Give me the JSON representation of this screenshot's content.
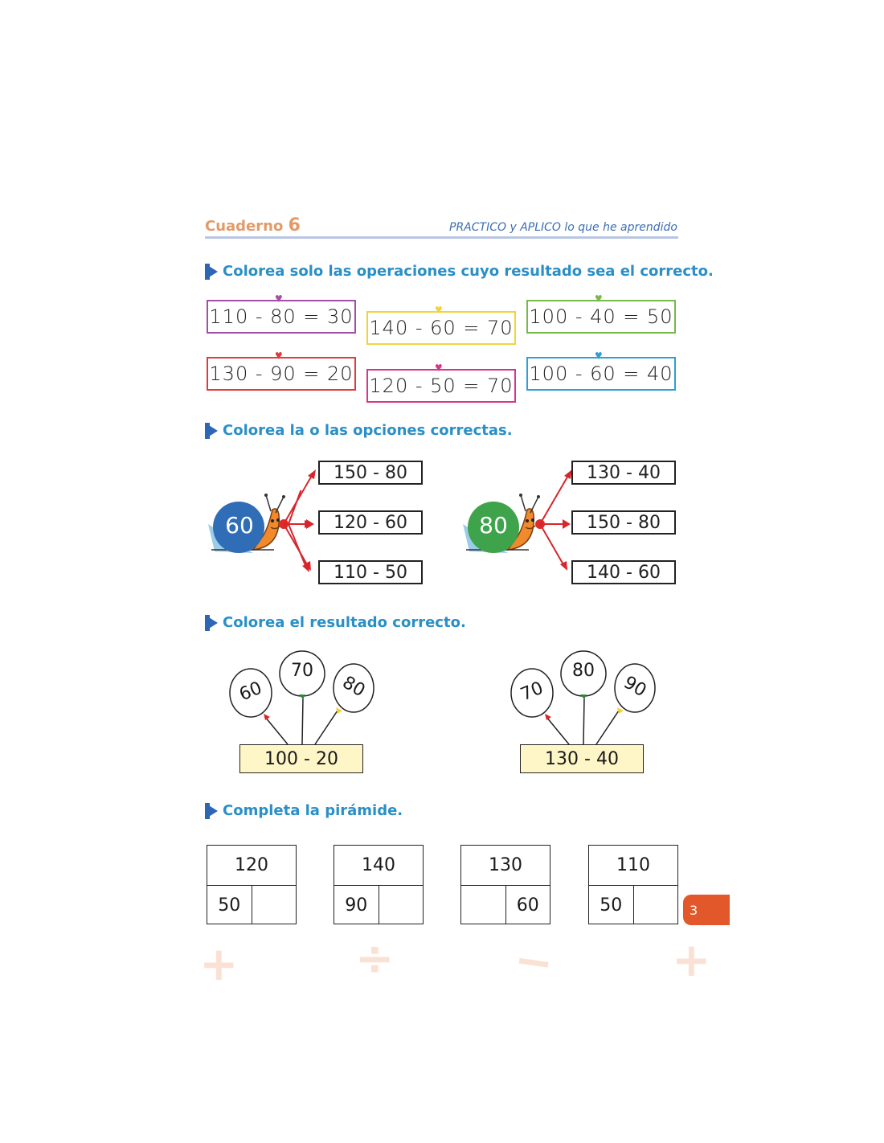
{
  "header": {
    "notebook_label": "Cuaderno",
    "notebook_number": "6",
    "subtitle": "PRACTICO y APLICO lo que he aprendido"
  },
  "sections": {
    "s1": "Colorea solo las operaciones cuyo resultado sea el correcto.",
    "s2": "Colorea la o las opciones correctas.",
    "s3": "Colorea el resultado correcto.",
    "s4": "Completa la pirámide."
  },
  "equations": [
    {
      "text": "110 - 80 = 30",
      "color": "#a44ea6"
    },
    {
      "text": "140 - 60 = 70",
      "color": "#f2d43a"
    },
    {
      "text": "100 - 40 = 50",
      "color": "#79b84a"
    },
    {
      "text": "130 - 90 = 20",
      "color": "#e03a3e"
    },
    {
      "text": "120 - 50 = 70",
      "color": "#d6378b"
    },
    {
      "text": "100 - 60 = 40",
      "color": "#2f9fd4"
    }
  ],
  "snails": [
    {
      "value": "60",
      "shell_color": "#2f6db7",
      "options": [
        "150 - 80",
        "120 - 60",
        "110 - 50"
      ]
    },
    {
      "value": "80",
      "shell_color": "#3ea34a",
      "options": [
        "130 - 40",
        "150 - 80",
        "140 - 60"
      ]
    }
  ],
  "balloon_groups": [
    {
      "operation": "100 - 20",
      "balloons": [
        "60",
        "70",
        "80"
      ]
    },
    {
      "operation": "130 - 40",
      "balloons": [
        "70",
        "80",
        "90"
      ]
    }
  ],
  "pyramids": [
    {
      "top": "120",
      "left": "50",
      "right": ""
    },
    {
      "top": "140",
      "left": "90",
      "right": ""
    },
    {
      "top": "130",
      "left": "",
      "right": "60"
    },
    {
      "top": "110",
      "left": "50",
      "right": ""
    }
  ],
  "page_number": "3",
  "deco_symbols": [
    "+",
    "÷",
    "−",
    "+"
  ]
}
